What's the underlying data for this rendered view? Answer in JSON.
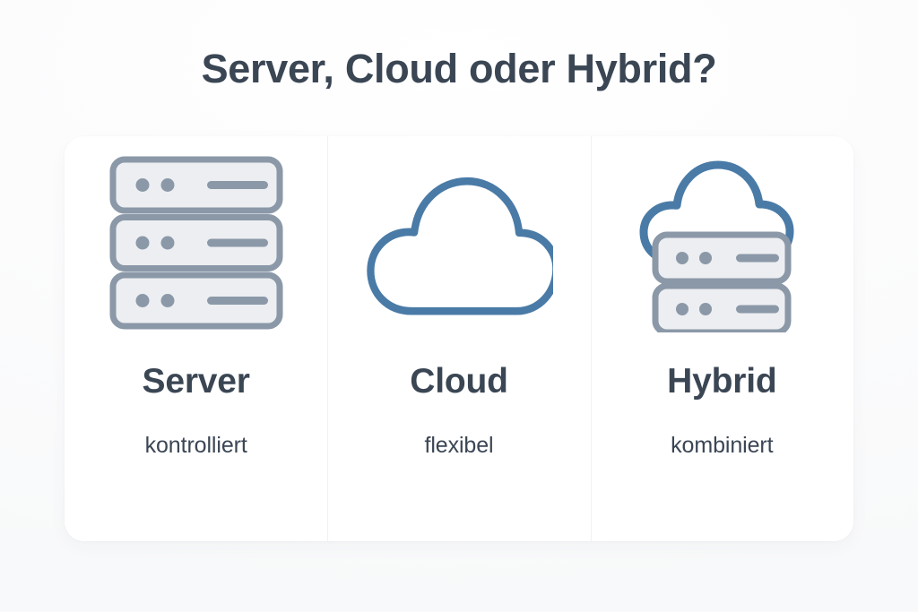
{
  "page": {
    "title": "Server, Cloud oder Hybrid?",
    "background_color": "#fbfbfc",
    "panel_background": "#ffffff",
    "title_color": "#3b4654",
    "divider_color": "#f0f1f3"
  },
  "palette": {
    "server_stroke": "#8b98a8",
    "server_fill": "#eceef1",
    "server_detail": "#8b98a8",
    "cloud_stroke": "#4a7ba7",
    "text": "#3b4654"
  },
  "cards": [
    {
      "id": "server",
      "icon": "server-stack-icon",
      "title": "Server",
      "subtitle": "kontrolliert"
    },
    {
      "id": "cloud",
      "icon": "cloud-icon",
      "title": "Cloud",
      "subtitle": "flexibel"
    },
    {
      "id": "hybrid",
      "icon": "cloud-server-hybrid-icon",
      "title": "Hybrid",
      "subtitle": "kombiniert"
    }
  ]
}
